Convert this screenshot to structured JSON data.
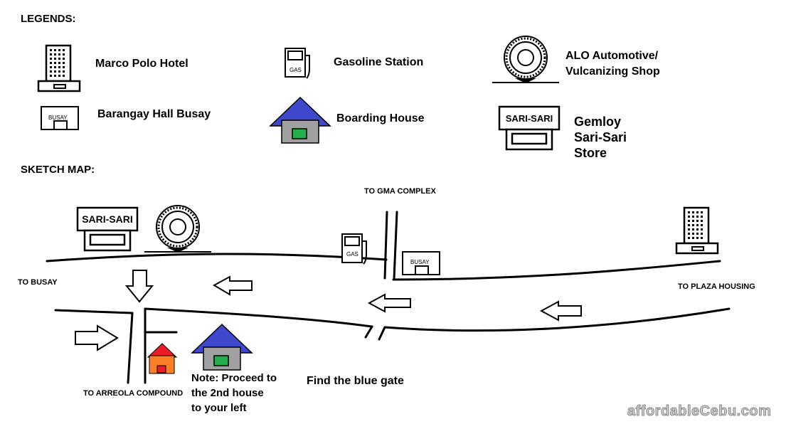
{
  "headings": {
    "legends": "LEGENDS:",
    "sketch_map": "SKETCH MAP:"
  },
  "legend": {
    "hotel": "Marco Polo Hotel",
    "gas": "Gasoline Station",
    "vulcanizing": "ALO Automotive/\nVulcanizing Shop",
    "barangay": "Barangay Hall Busay",
    "boarding": "Boarding House",
    "store": "Gemloy\nSari-Sari\nStore"
  },
  "icon_text": {
    "gas": "GAS",
    "busay": "BUSAY",
    "sari_sari": "SARI-SARI"
  },
  "map": {
    "to_gma": "TO GMA COMPLEX",
    "to_busay": "TO BUSAY",
    "to_plaza": "TO PLAZA HOUSING",
    "to_arreola": "TO ARREOLA COMPOUND",
    "note": "Note: Proceed to\nthe 2nd house\nto your left",
    "find_gate": "Find the blue gate"
  },
  "watermark": "affordableCebu.com",
  "colors": {
    "roof_blue": "#3f48cc",
    "house_gray": "#a0a0a0",
    "gate_green": "#22b14c",
    "roof_red": "#ed1c24",
    "house_orange": "#ff7f27"
  }
}
